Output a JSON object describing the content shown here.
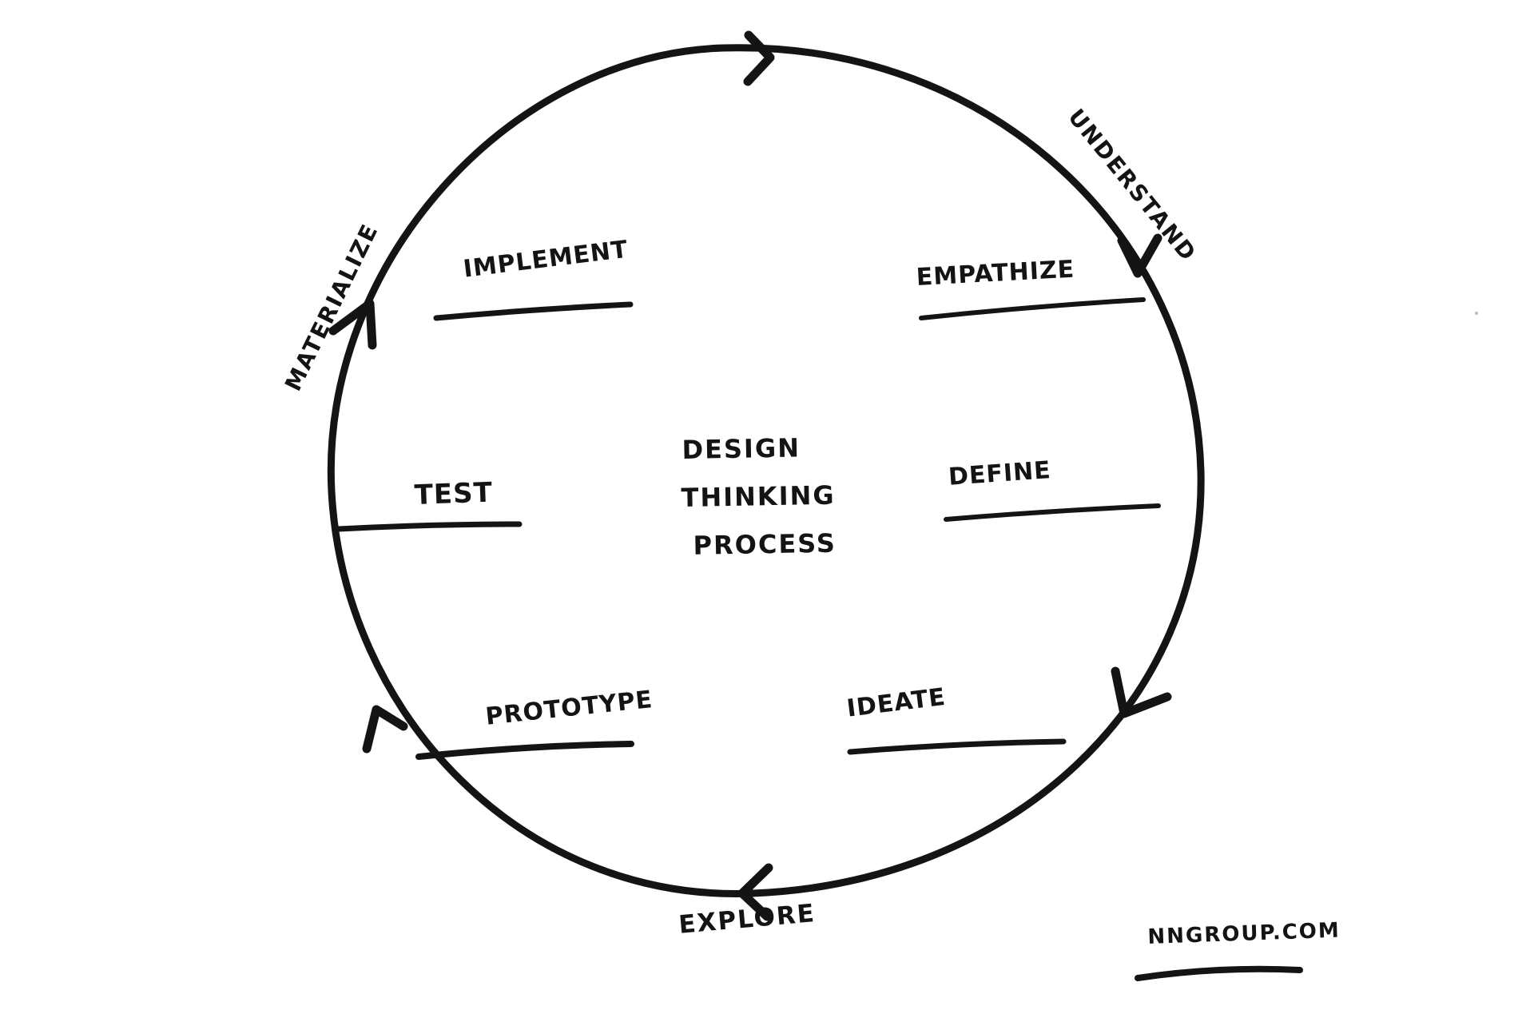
{
  "diagram": {
    "center_title": {
      "lines": [
        "DESIGN",
        "THINKING",
        "PROCESS"
      ]
    },
    "phases": [
      {
        "label": "EMPATHIZE"
      },
      {
        "label": "DEFINE"
      },
      {
        "label": "IDEATE"
      },
      {
        "label": "PROTOTYPE"
      },
      {
        "label": "TEST"
      },
      {
        "label": "IMPLEMENT"
      }
    ],
    "stages": [
      {
        "label": "UNDERSTAND"
      },
      {
        "label": "EXPLORE"
      },
      {
        "label": "MATERIALIZE"
      }
    ],
    "attribution": {
      "label": "NNGROUP.COM"
    },
    "colors": {
      "ink": "#141414",
      "background": "#ffffff"
    }
  }
}
